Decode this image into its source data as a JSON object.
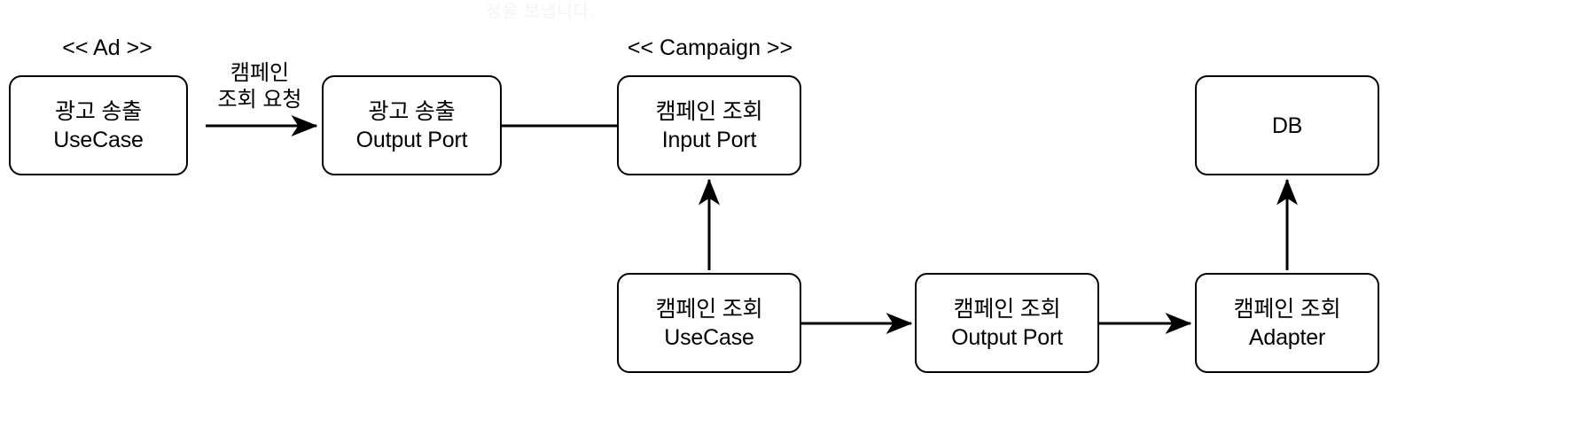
{
  "diagram": {
    "title_ghost": "정을 보냅니다.",
    "stroke_color": "#000000",
    "background_color": "#ffffff",
    "stereotypes": [
      {
        "id": "ad",
        "label": "<< Ad >>"
      },
      {
        "id": "campaign",
        "label": "<< Campaign >>"
      }
    ],
    "nodes": [
      {
        "id": "ad-usecase",
        "line1": "광고 송출",
        "line2": "UseCase"
      },
      {
        "id": "ad-output-port",
        "line1": "광고 송출",
        "line2": "Output Port"
      },
      {
        "id": "campaign-input-port",
        "line1": "캠페인 조회",
        "line2": "Input Port"
      },
      {
        "id": "db",
        "line1": "DB",
        "line2": ""
      },
      {
        "id": "campaign-usecase",
        "line1": "캠페인 조회",
        "line2": "UseCase"
      },
      {
        "id": "campaign-output-port",
        "line1": "캠페인 조회",
        "line2": "Output Port"
      },
      {
        "id": "campaign-adapter",
        "line1": "캠페인 조회",
        "line2": "Adapter"
      }
    ],
    "edges": [
      {
        "id": "edge-ad-usecase-to-ad-output-port",
        "label": "캠페인\n조회 요청",
        "label_line1": "캠페인",
        "label_line2": "조회 요청"
      },
      {
        "id": "edge-ad-output-port-to-campaign-input",
        "label": ""
      },
      {
        "id": "edge-campaign-usecase-to-input-port",
        "label": ""
      },
      {
        "id": "edge-campaign-usecase-to-output-port",
        "label": ""
      },
      {
        "id": "edge-campaign-output-port-to-adapter",
        "label": ""
      },
      {
        "id": "edge-campaign-adapter-to-db",
        "label": ""
      }
    ]
  }
}
